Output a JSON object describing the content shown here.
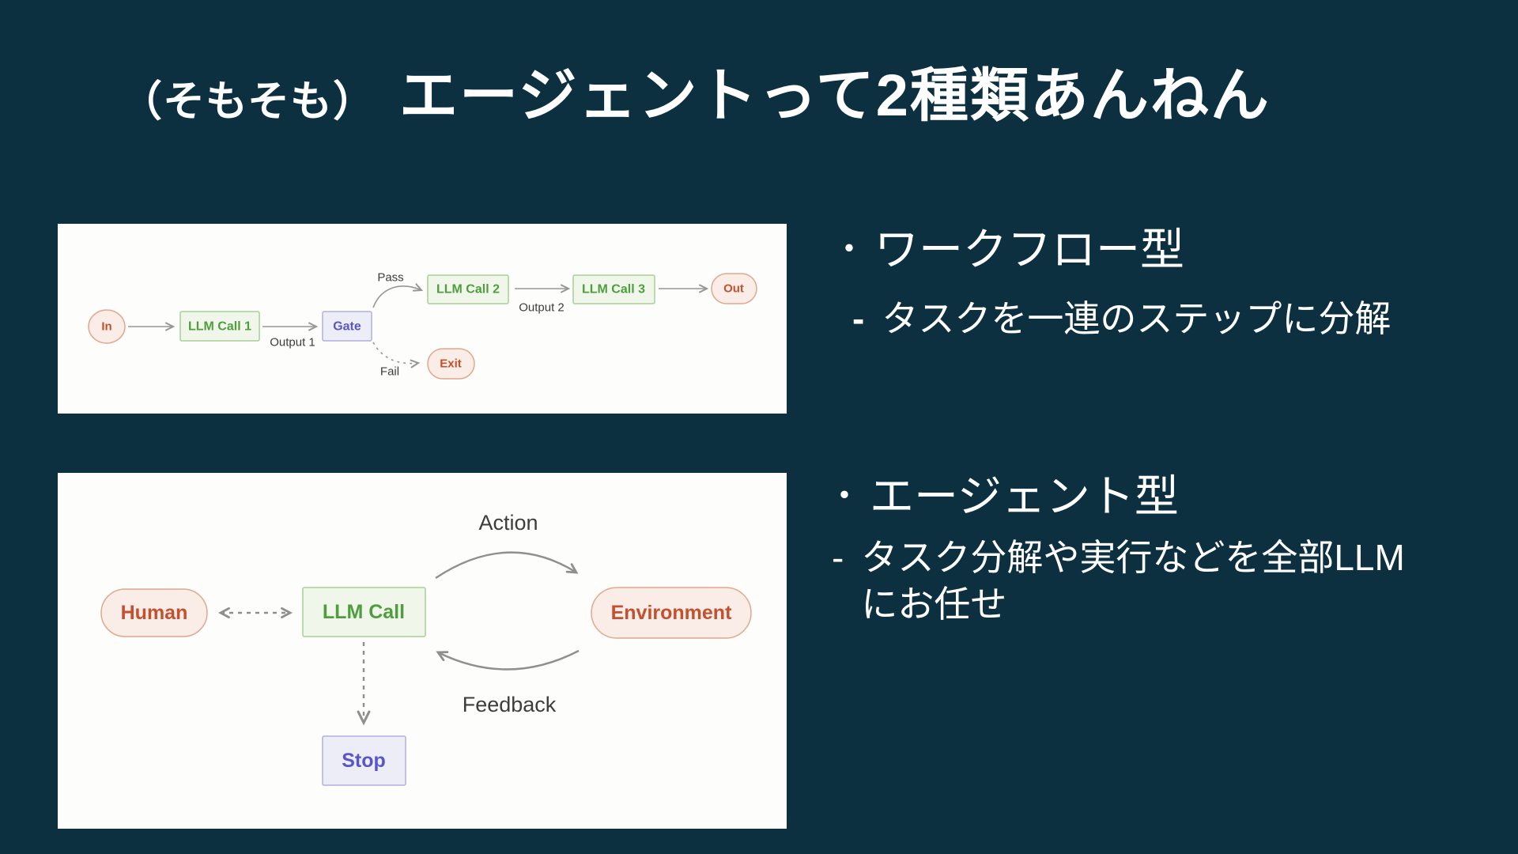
{
  "title": {
    "prefix": "（そもそも）",
    "main": "エージェントって2種類あんねん"
  },
  "right_column": {
    "workflow_type": {
      "bullet": "・",
      "heading": "ワークフロー型",
      "dash": "-",
      "description": "タスクを一連のステップに分解"
    },
    "agent_type": {
      "bullet": "・",
      "heading": "エージェント型",
      "dash": "-",
      "description_line1": "タスク分解や実行などを全部LLM",
      "description_line2": "にお任せ"
    }
  },
  "workflow_diagram": {
    "nodes": {
      "in": "In",
      "llm_call_1": "LLM Call 1",
      "gate": "Gate",
      "llm_call_2": "LLM Call 2",
      "llm_call_3": "LLM Call 3",
      "out": "Out",
      "exit": "Exit"
    },
    "edge_labels": {
      "output_1": "Output 1",
      "output_2": "Output 2",
      "pass": "Pass",
      "fail": "Fail"
    }
  },
  "agent_diagram": {
    "nodes": {
      "human": "Human",
      "llm_call": "LLM Call",
      "environment": "Environment",
      "stop": "Stop"
    },
    "edge_labels": {
      "action": "Action",
      "feedback": "Feedback"
    }
  },
  "colors": {
    "background": "#0d3040",
    "panel": "#fdfdfc",
    "title_text": "#ffffff",
    "green_node_fill": "#f0f7ea",
    "green_node_border": "#a9cf96",
    "green_node_text": "#4f9d3f",
    "pink_node_fill": "#faece6",
    "pink_node_border": "#e0a88e",
    "pink_node_text": "#c3512f",
    "purple_node_fill": "#ededf8",
    "purple_node_border": "#b3aedd",
    "purple_node_text": "#5a55c9",
    "arrow": "#979797",
    "edge_label_text": "#3d3d3d"
  }
}
